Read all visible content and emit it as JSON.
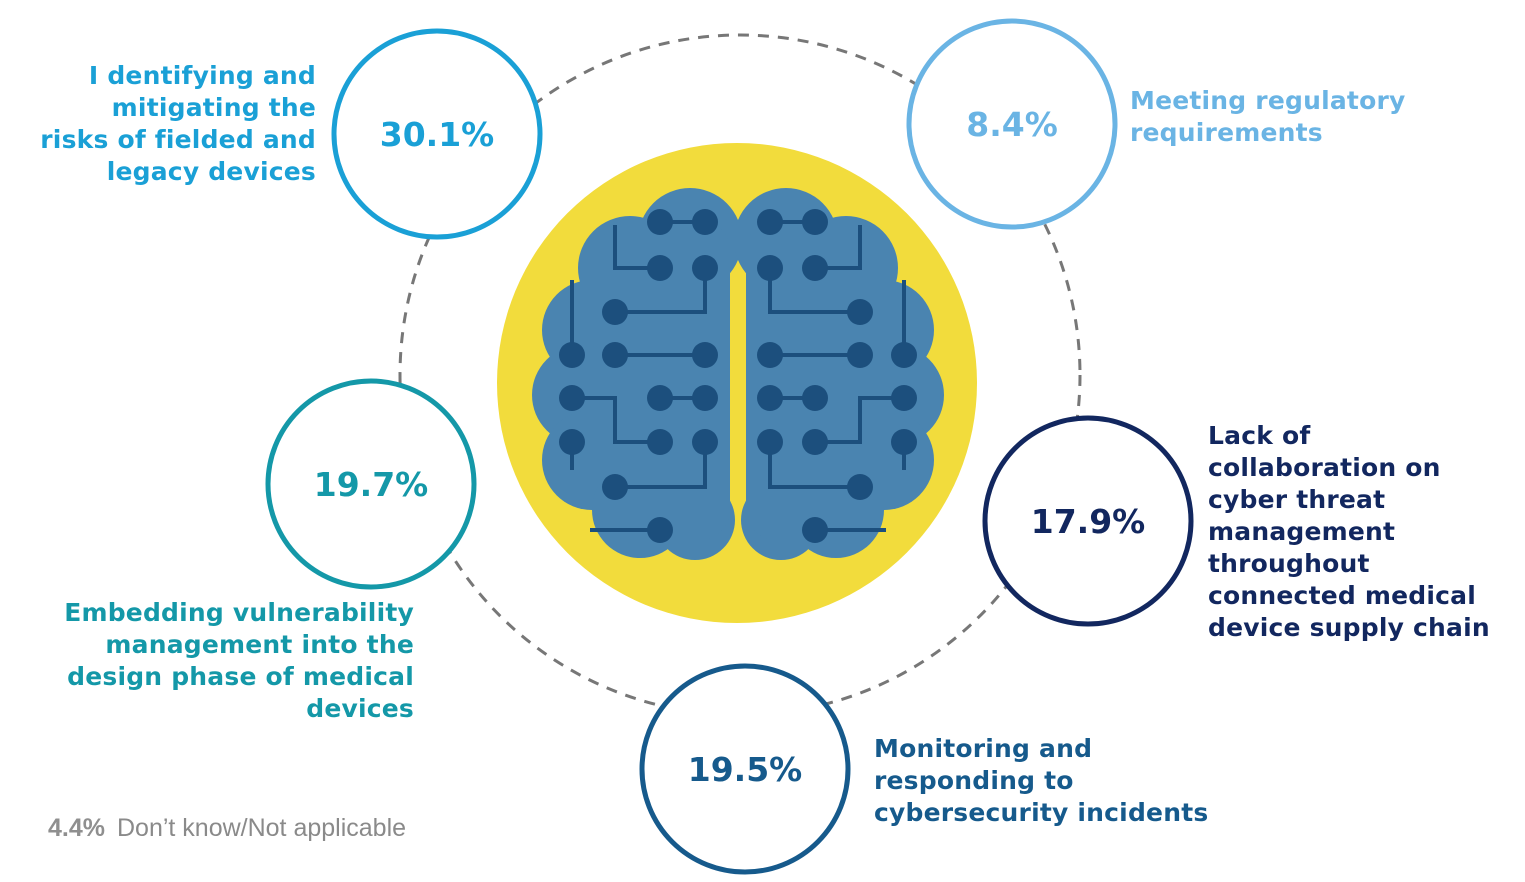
{
  "chart_data": {
    "type": "pie",
    "slices": [
      {
        "value": 30.1,
        "value_label": "30.1%",
        "label": "I dentifying and\nmitigating the\nrisks of fielded and\nlegacy devices",
        "color": "#1aa0d6"
      },
      {
        "value": 8.4,
        "value_label": "8.4%",
        "label": "Meeting regulatory\nrequirements",
        "color": "#6ab4e4"
      },
      {
        "value": 17.9,
        "value_label": "17.9%",
        "label": "Lack of\ncollaboration on\ncyber threat\nmanagement\nthroughout\nconnected medical\ndevice supply chain",
        "color": "#12275f"
      },
      {
        "value": 19.5,
        "value_label": "19.5%",
        "label": "Monitoring and\nresponding to\ncybersecurity incidents",
        "color": "#165a8c"
      },
      {
        "value": 19.7,
        "value_label": "19.7%",
        "label": "Embedding vulnerability\nmanagement into the\ndesign phase of medical\ndevices",
        "color": "#1498a8"
      }
    ],
    "footnote": {
      "value": 4.4,
      "value_label": "4.4%",
      "label": "Don’t know/Not applicable",
      "color": "#8f8f8f"
    }
  },
  "illustration": {
    "icon": "brain-circuit-icon",
    "brain_color": "#4a84b0",
    "circuit_color": "#1c4f7d",
    "background_color": "#f2dc3c",
    "ring_color": "#777777"
  }
}
